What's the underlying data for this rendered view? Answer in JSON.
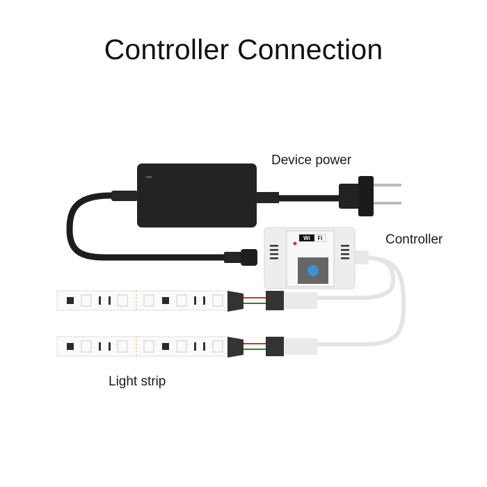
{
  "title": "Controller Connection",
  "labels": {
    "device_power": "Device power",
    "controller": "Controller",
    "light_strip": "Light strip"
  },
  "components": [
    {
      "name": "power-adapter",
      "label": "Device power",
      "color": "#222222"
    },
    {
      "name": "wifi-controller",
      "label": "Controller",
      "badge": "Wi Fi",
      "color": "#eeeeee"
    },
    {
      "name": "led-strip-1",
      "label": "Light strip"
    },
    {
      "name": "led-strip-2",
      "label": "Light strip"
    }
  ],
  "colors": {
    "adapter_black": "#222222",
    "controller_white": "#eeeeee",
    "cable_white": "#e6e6e6",
    "wire_red": "#c0392b",
    "wire_green": "#2e7d32",
    "led_accent": "#e8a33d"
  }
}
